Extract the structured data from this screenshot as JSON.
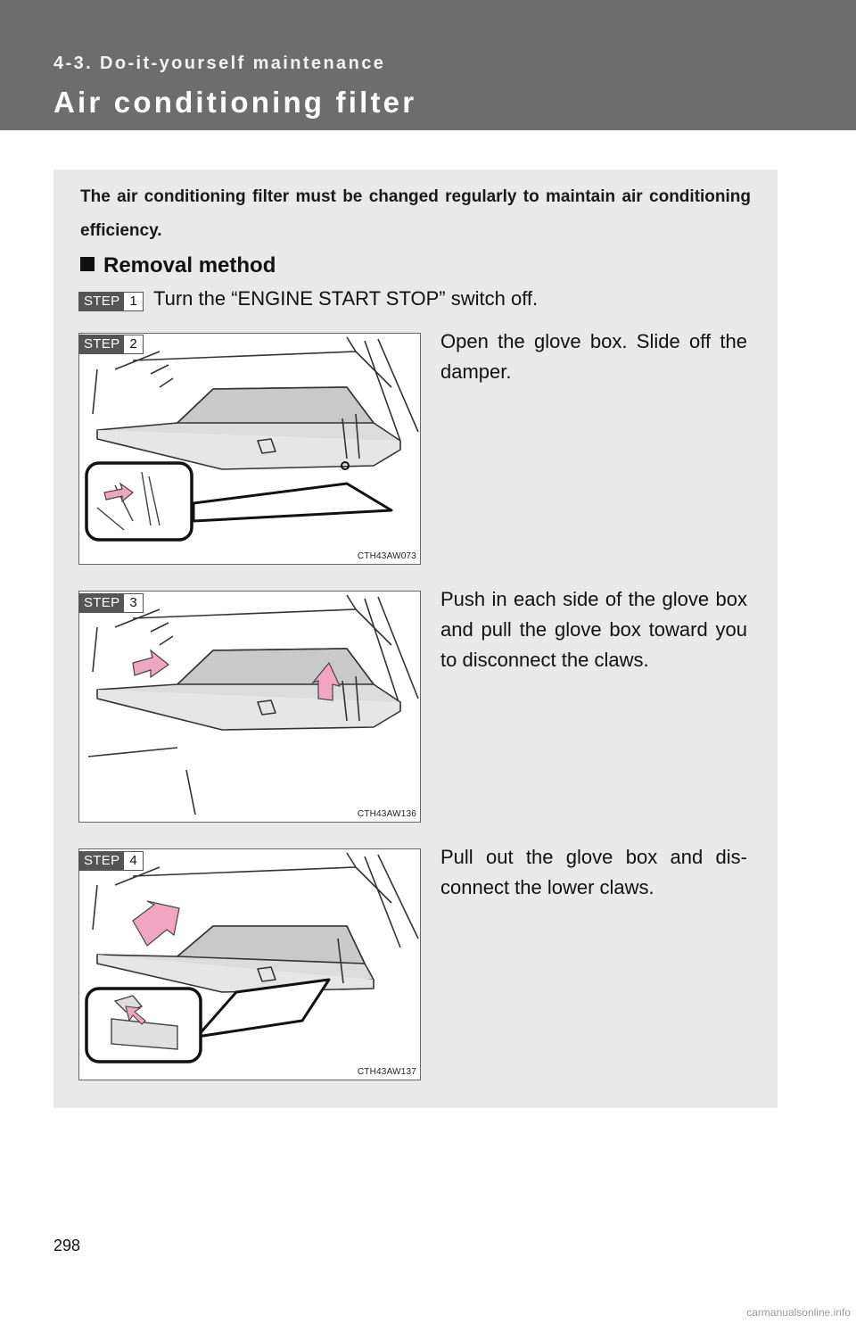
{
  "header": {
    "section": "4-3. Do-it-yourself maintenance",
    "title": "Air conditioning filter"
  },
  "intro": "The air conditioning filter must be changed regularly to maintain air conditioning efficiency.",
  "heading": "Removal method",
  "step_label": "STEP",
  "steps": [
    {
      "num": "1",
      "text": "Turn the “ENGINE START STOP” switch off."
    },
    {
      "num": "2",
      "text": "Open the glove box. Slide off the damper.",
      "figure_code": "CTH43AW073"
    },
    {
      "num": "3",
      "text": "Push in each side of the glove box and pull the glove box toward you to disconnect the claws.",
      "figure_code": "CTH43AW136"
    },
    {
      "num": "4",
      "text": "Pull out the glove box and dis-connect the lower claws.",
      "figure_code": "CTH43AW137"
    }
  ],
  "page_number": "298",
  "footer_url": "carmanualsonline.info",
  "colors": {
    "header_bg": "#6d6d6d",
    "panel_bg": "#e9e9e9",
    "arrow_pink": "#f0a6c0",
    "badge_dark": "#555555"
  }
}
